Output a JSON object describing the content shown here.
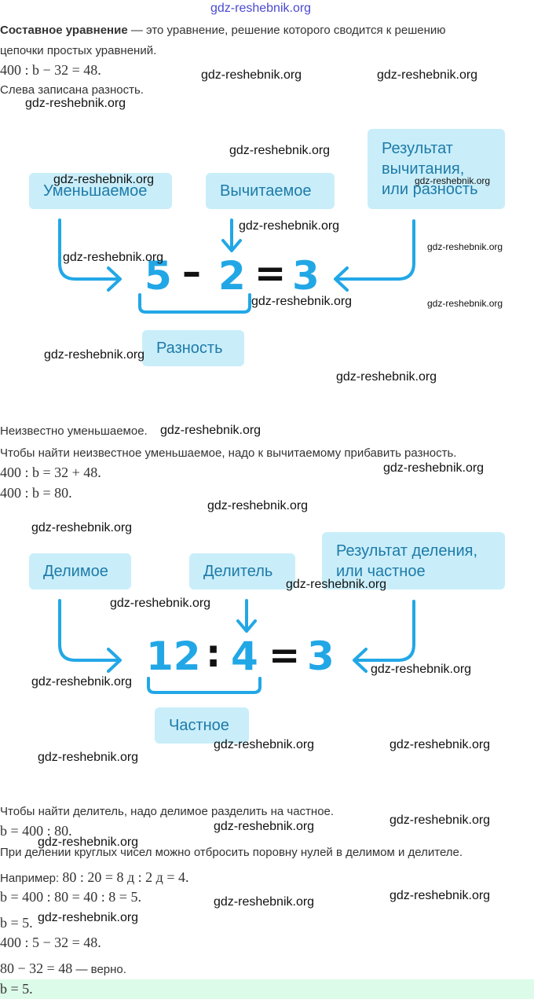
{
  "watermark": "gdz-reshebnik.org",
  "intro": {
    "term": "Составное уравнение",
    "definition": " — это уравнение, решение которого сводится к решению",
    "definition_line2": "цепочки простых уравнений."
  },
  "equation_main": "400 : b − 32 = 48.",
  "step_difference": "Слева записана разность.",
  "subtraction_diagram": {
    "minuend_label": "Уменьшаемое",
    "subtrahend_label": "Вычитаемое",
    "result_label_line1": "Результат",
    "result_label_line2": "вычитания,",
    "result_label_line3": "или разность",
    "difference_label": "Разность",
    "expr": {
      "a": "5",
      "op": "–",
      "b": "2",
      "eq": "=",
      "c": "3"
    }
  },
  "step_unknown_minuend": "Неизвестно уменьшаемое.",
  "rule_minuend": "Чтобы найти неизвестное уменьшаемое, надо к вычитаемому прибавить разность.",
  "eq2": "400 : b = 32 + 48.",
  "eq3": "400 : b = 80.",
  "division_diagram": {
    "dividend_label": "Делимое",
    "divisor_label": "Делитель",
    "result_label_line1": "Результат деления,",
    "result_label_line2": "или частное",
    "quotient_label": "Частное",
    "expr": {
      "a": "12",
      "op": ":",
      "b": "4",
      "eq": "=",
      "c": "3"
    }
  },
  "rule_divisor": "Чтобы найти делитель, надо делимое разделить на частное.",
  "eq4": "b = 400 : 80.",
  "rule_round": "При делении круглых чисел можно отбросить поровну нулей в делимом и делителе.",
  "example_prefix": "Например: ",
  "example_math": "80 : 20 = 8 д : 2 д = 4.",
  "eq5": "b = 400 : 80 = 40 : 8 = 5.",
  "eq6": "b = 5.",
  "check1": "400 : 5 − 32 = 48.",
  "check2_math": "80 − 32 = 48",
  "check2_text": " — верно.",
  "answer": "b = 5.",
  "colors": {
    "accent": "#22a7e6",
    "box_bg": "#c9eefa",
    "box_text": "#1e7aa8",
    "answer_bg": "#dcfbe9"
  }
}
